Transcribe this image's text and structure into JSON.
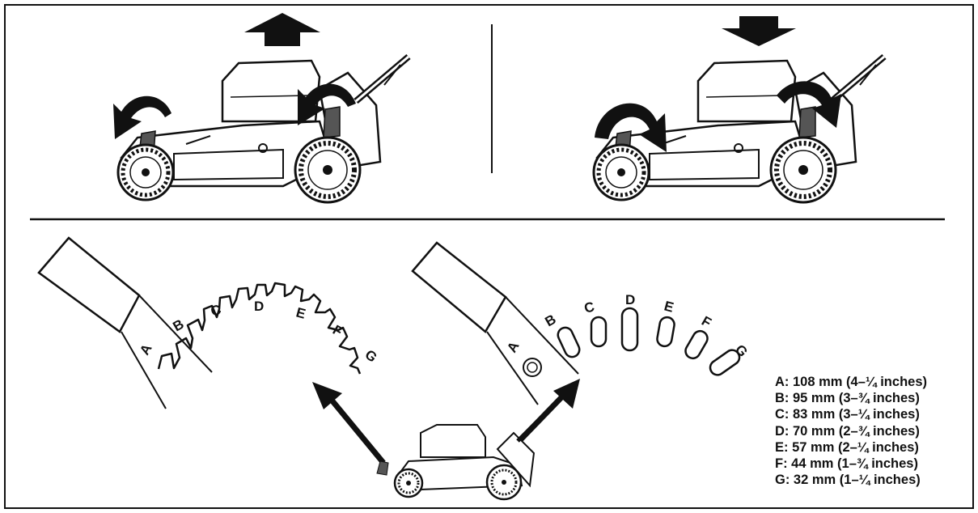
{
  "notch_labels": {
    "a": "A",
    "b": "B",
    "c": "C",
    "d": "D",
    "e": "E",
    "f": "F",
    "g": "G"
  },
  "legend": [
    "A: 108 mm (4–¼ inches)",
    "B: 95 mm (3–¾ inches)",
    "C: 83 mm (3–¼ inches)",
    "D: 70 mm (2–¾ inches)",
    "E: 57 mm (2–¼ inches)",
    "F: 44 mm (1–¾ inches)",
    "G: 32 mm (1–¼ inches)"
  ],
  "icons": {
    "raise": "arrow-up-icon",
    "lower": "arrow-down-icon",
    "rotate_back": "curved-arrow-left-icon",
    "rotate_forward": "curved-arrow-right-icon"
  },
  "colors": {
    "ink": "#111111",
    "paper": "#ffffff",
    "handle": "#555555"
  }
}
